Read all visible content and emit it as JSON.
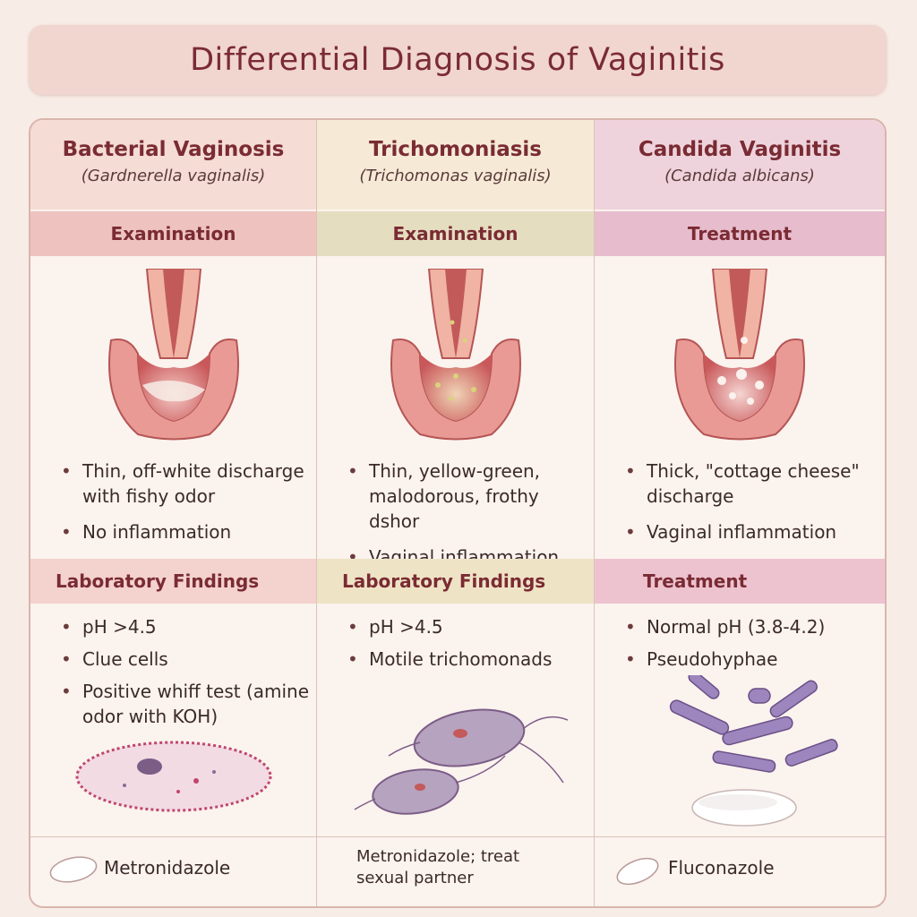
{
  "title": "Differential Diagnosis of Vaginitis",
  "columns": [
    {
      "name": "Bacterial Vaginosis",
      "organism": "(Gardnerella vaginalis)",
      "section1": "Examination",
      "exam_findings": [
        "Thin, off-white discharge with fishy odor",
        "No inflammation"
      ],
      "section2": "Laboratory Findings",
      "lab_findings": [
        "pH >4.5",
        "Clue cells",
        "Positive whiff test (amine odor with KOH)"
      ],
      "treatment": "Metronidazole",
      "illustration_icon": "vaginal-cross-section-icon",
      "micro_icon": "clue-cell-icon",
      "accent": "#eec3bf"
    },
    {
      "name": "Trichomoniasis",
      "organism": "(Trichomonas vaginalis)",
      "section1": "Examination",
      "exam_findings": [
        "Thin, yellow-green, malodorous, frothy dshor",
        "Vaginal inflammation"
      ],
      "section2": "Laboratory Findings",
      "lab_findings": [
        "pH >4.5",
        "Motile trichomonads"
      ],
      "treatment": "Metronidazole; treat sexual partner",
      "illustration_icon": "vaginal-cross-section-icon",
      "micro_icon": "trichomonad-icon",
      "accent": "#e5ddc0"
    },
    {
      "name": "Candida Vaginitis",
      "organism": "(Candida albicans)",
      "section1": "Treatment",
      "exam_findings": [
        "Thick, \"cottage cheese\" discharge",
        "Vaginal inflammation"
      ],
      "section2": "Treatment",
      "lab_findings": [
        "Normal pH (3.8-4.2)",
        "Pseudohyphae"
      ],
      "treatment": "Fluconazole",
      "illustration_icon": "vaginal-cross-section-icon",
      "micro_icon": "pseudohyphae-icon",
      "accent": "#e7bccd"
    }
  ]
}
